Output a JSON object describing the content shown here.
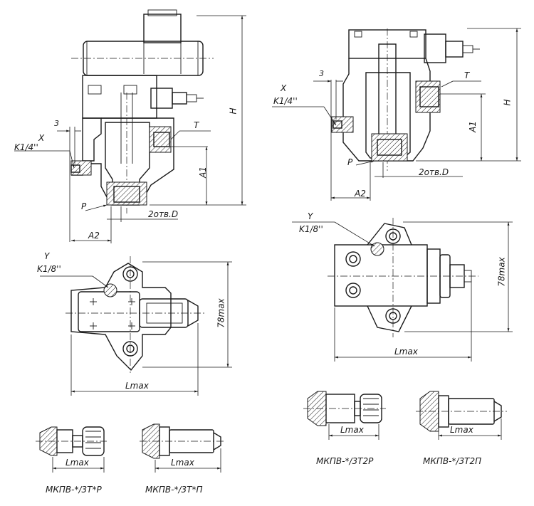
{
  "view1": {
    "x_label": "X",
    "x_thread": "K1/4''",
    "dim_3": "3",
    "t_label": "T",
    "h_label": "H",
    "a1_label": "A1",
    "p_label": "P",
    "holes_label": "2отв.D",
    "a2_label": "A2"
  },
  "view2": {
    "x_label": "X",
    "x_thread": "K1/4''",
    "dim_3": "3",
    "t_label": "T",
    "h_label": "H",
    "a1_label": "A1",
    "p_label": "P",
    "holes_label": "2отв.D",
    "a2_label": "A2"
  },
  "plan1": {
    "y_label": "Y",
    "y_thread": "K1/8''",
    "height_label": "78max",
    "length_label": "Lmax"
  },
  "plan2": {
    "y_label": "Y",
    "y_thread": "K1/8''",
    "height_label": "78max",
    "length_label": "Lmax"
  },
  "variants": [
    {
      "length_label": "Lmax",
      "caption": "МКПВ-*/3Т*Р"
    },
    {
      "length_label": "Lmax",
      "caption": "МКПВ-*/3Т*П"
    },
    {
      "length_label": "Lmax",
      "caption": "МКПВ-*/3Т2Р"
    },
    {
      "length_label": "Lmax",
      "caption": "МКПВ-*/3Т2П"
    }
  ]
}
